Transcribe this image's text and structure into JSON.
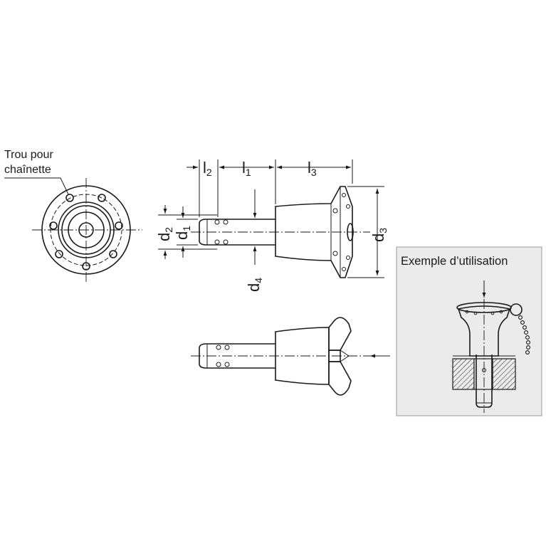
{
  "callout": {
    "line1": "Trou pour",
    "line2": "chaînette"
  },
  "usage_panel": {
    "title": "Exemple d’utilisation"
  },
  "dimensions": {
    "l2": {
      "main": "l",
      "sub": "2"
    },
    "l1": {
      "main": "l",
      "sub": "1"
    },
    "l3": {
      "main": "l",
      "sub": "3"
    },
    "d1": {
      "main": "d",
      "sub": "1"
    },
    "d2": {
      "main": "d",
      "sub": "2"
    },
    "d3": {
      "main": "d",
      "sub": "3"
    },
    "d4": {
      "main": "d",
      "sub": "4"
    }
  },
  "colors": {
    "line": "#1a1a1a",
    "panel_background": "#ebebeb",
    "panel_border": "#9a9a9a",
    "hatch": "#1a1a1a"
  }
}
